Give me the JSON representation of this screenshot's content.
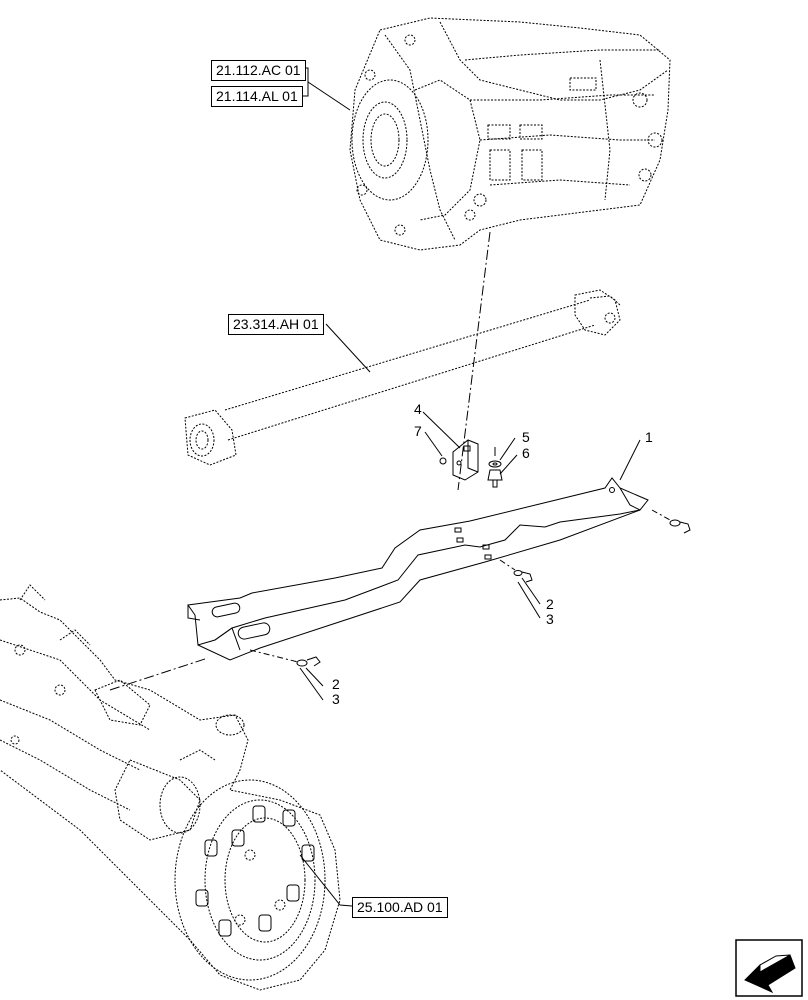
{
  "references": {
    "transmission_1": "21.112.AC 01",
    "transmission_2": "21.114.AL 01",
    "driveshaft": "23.314.AH 01",
    "front_axle": "25.100.AD 01"
  },
  "callouts": {
    "shield": "1",
    "washer_a": "2",
    "bolt_a": "3",
    "bracket": "4",
    "washer_b": "5",
    "bolt_b": "6",
    "nut": "7",
    "washer_c": "2",
    "bolt_c": "3"
  },
  "icons": {
    "nav": "previous-page-arrow-icon"
  }
}
